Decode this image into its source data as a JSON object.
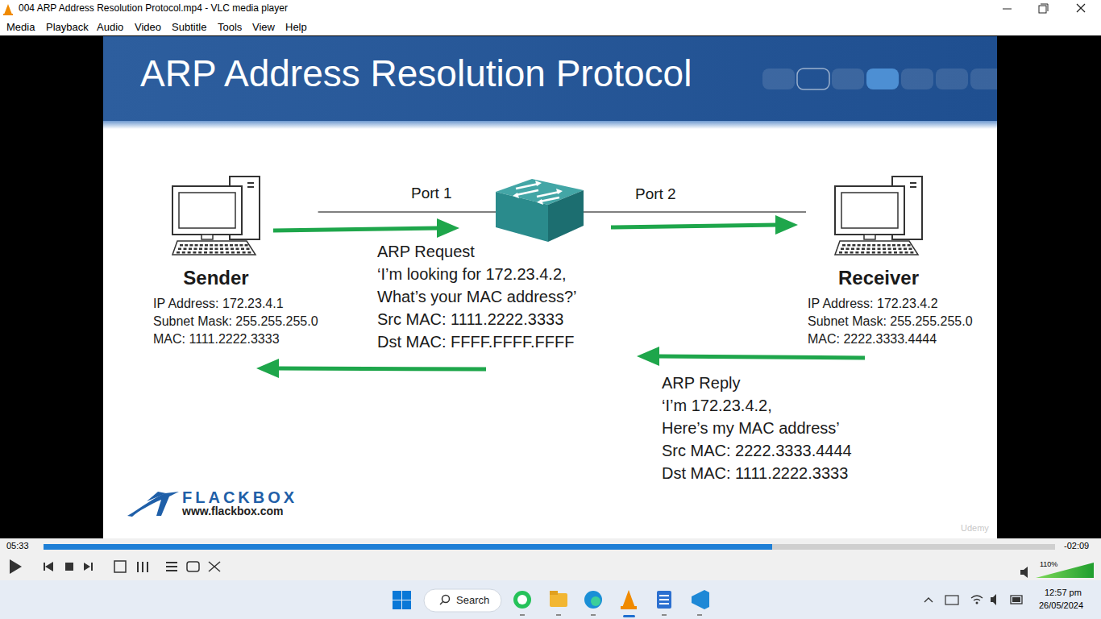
{
  "diagram": {
    "title": "ARP Address Resolution Protocol",
    "nodes": [
      {
        "text": [
          "Sender",
          "IP Address: 172.23.4.1",
          "Subnet Mask: 255.255.255.0",
          "MAC: 1111.2222.3333"
        ]
      },
      {
        "text": [
          "Receiver",
          "IP Address: 172.23.4.2",
          "Subnet Mask: 255.255.255.0",
          "MAC: 2222.3333.4444"
        ]
      }
    ],
    "edges": [
      {
        "from": 0,
        "to": 1,
        "arrow": "none"
      }
    ],
    "labels": [
      "004 ARP Address Resolution Protocol.mp4 - VLC media player",
      "Media",
      "Playback",
      "Audio",
      "Video",
      "Subtitle",
      "Tools",
      "View",
      "Help",
      "Port 1",
      "Port 2",
      "ARP Request",
      "‘I’m looking for 172.23.4.2,",
      "What’s your MAC address?’",
      "Src MAC: 1111.2222.3333",
      "Dst MAC: FFFF.FFFF.FFFF",
      "ARP Reply",
      "‘I’m 172.23.4.2,",
      "Here’s my MAC address’",
      "Src MAC: 2222.3333.4444",
      "Dst MAC: 1111.2222.3333",
      "FLACKBOX",
      "www.flackbox.com",
      "Udemy",
      "05:33",
      "-02:09",
      "110%",
      "Search",
      "12:57 pm",
      "26/05/2024"
    ]
  }
}
